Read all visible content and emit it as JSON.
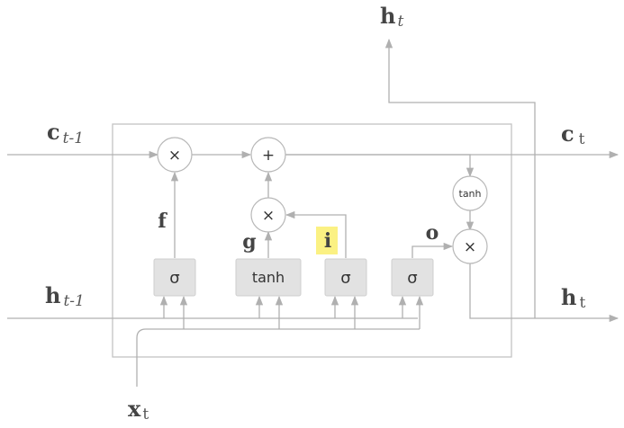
{
  "labels": {
    "c_prev": {
      "main": "c",
      "sub": "t-1"
    },
    "c_next": {
      "main": "c",
      "sub": "t"
    },
    "h_prev": {
      "main": "h",
      "sub": "t-1"
    },
    "h_next_right": {
      "main": "h",
      "sub": "t"
    },
    "h_next_top": {
      "main": "h",
      "sub": "t"
    },
    "x_in": {
      "main": "x",
      "sub": "t"
    }
  },
  "gates": {
    "f": "f",
    "g": "g",
    "i": "i",
    "o": "o"
  },
  "blocks": {
    "sigma_f": "σ",
    "tanh_g": "tanh",
    "sigma_i": "σ",
    "sigma_o": "σ"
  },
  "ops": {
    "mult_forget": "×",
    "add_cell": "+",
    "mult_input": "×",
    "tanh_cell": "tanh",
    "mult_output": "×"
  },
  "colors": {
    "highlight_i": "#fbf183",
    "line": "#b0b0b0",
    "gate_fill": "#e2e2e2"
  }
}
